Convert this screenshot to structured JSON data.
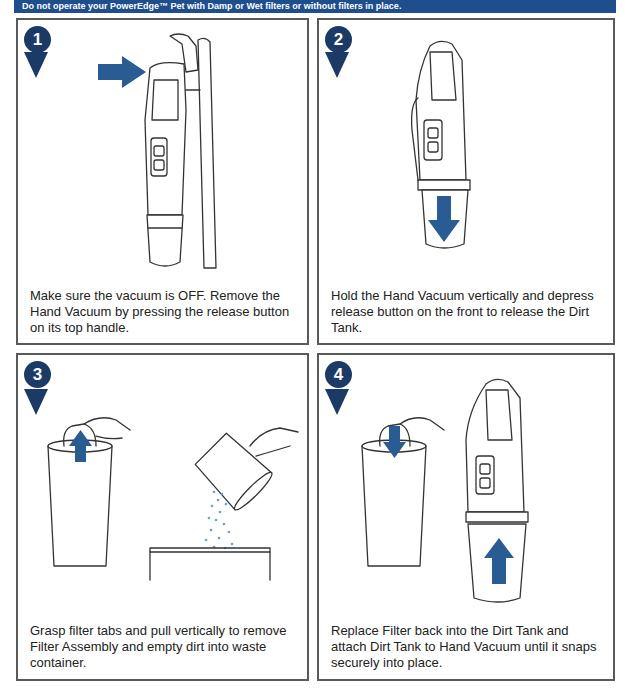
{
  "diagram": {
    "nodes": [
      {
        "text": [
          "Make sure the vacuum is OFF. Remove the Hand Vacuum by pressing the release button on its top handle."
        ]
      },
      {
        "text": [
          "1"
        ],
        "in": 0
      },
      {
        "text": [
          "Hold the Hand Vacuum vertically and depress release button on the front to release the Dirt Tank."
        ]
      },
      {
        "text": [
          "2"
        ],
        "in": 2
      },
      {
        "text": [
          "Grasp filter tabs and pull vertically to remove Filter Assembly and empty dirt into waste container."
        ]
      },
      {
        "text": [
          "3"
        ],
        "in": 4
      },
      {
        "text": [
          "Replace Filter back into the Dirt Tank and attach Dirt Tank to Hand Vacuum until it snaps securely into place."
        ]
      },
      {
        "text": [
          "4"
        ],
        "in": 6
      }
    ],
    "labels": [
      "Do not operate your PowerEdge™ Pet with Damp or Wet filters or without filters in place."
    ]
  }
}
